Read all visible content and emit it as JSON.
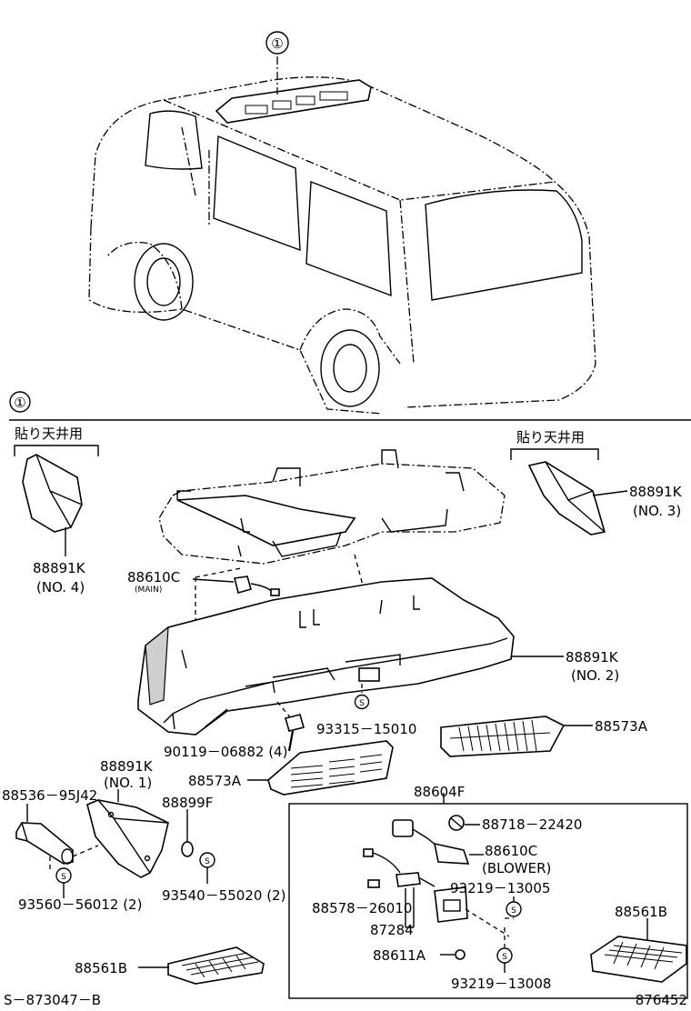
{
  "callouts": {
    "view_marker": "①",
    "detail_marker": "①",
    "pasted_ceiling_left": "貼り天井用",
    "pasted_ceiling_right": "貼り天井用"
  },
  "parts": {
    "p88891K_no4": [
      "88891K",
      "(NO. 4)"
    ],
    "p88891K_no3": [
      "88891K",
      "(NO. 3)"
    ],
    "p88610C_main": "88610C",
    "p88610C_main_sub": "(MAIN)",
    "p88891K_no2": [
      "88891K",
      "(NO. 2)"
    ],
    "p93315": "93315－15010",
    "p90119": "90119－06882 (4)",
    "p88573A_right": "88573A",
    "p88891K_no1": [
      "88891K",
      "(NO. 1)"
    ],
    "p88573A_left": "88573A",
    "p88536": "88536－95J42",
    "p88899F": "88899F",
    "p93560": "93560－56012 (2)",
    "p93540": "93540－55020 (2)",
    "p88604F": "88604F",
    "p88718": "88718－22420",
    "p88610C_blower": "88610C",
    "p88610C_blower_sub": "(BLOWER)",
    "p93219_13005": "93219－13005",
    "p88578": "88578－26010",
    "p87284": "87284",
    "p88611A": "88611A",
    "p93219_13008": "93219－13008",
    "p88561B_left": "88561B",
    "p88561B_right": "88561B"
  },
  "footer": {
    "left_code": "S－873047－B",
    "right_code": "876452"
  },
  "symbols": {
    "s_marker": "S"
  }
}
